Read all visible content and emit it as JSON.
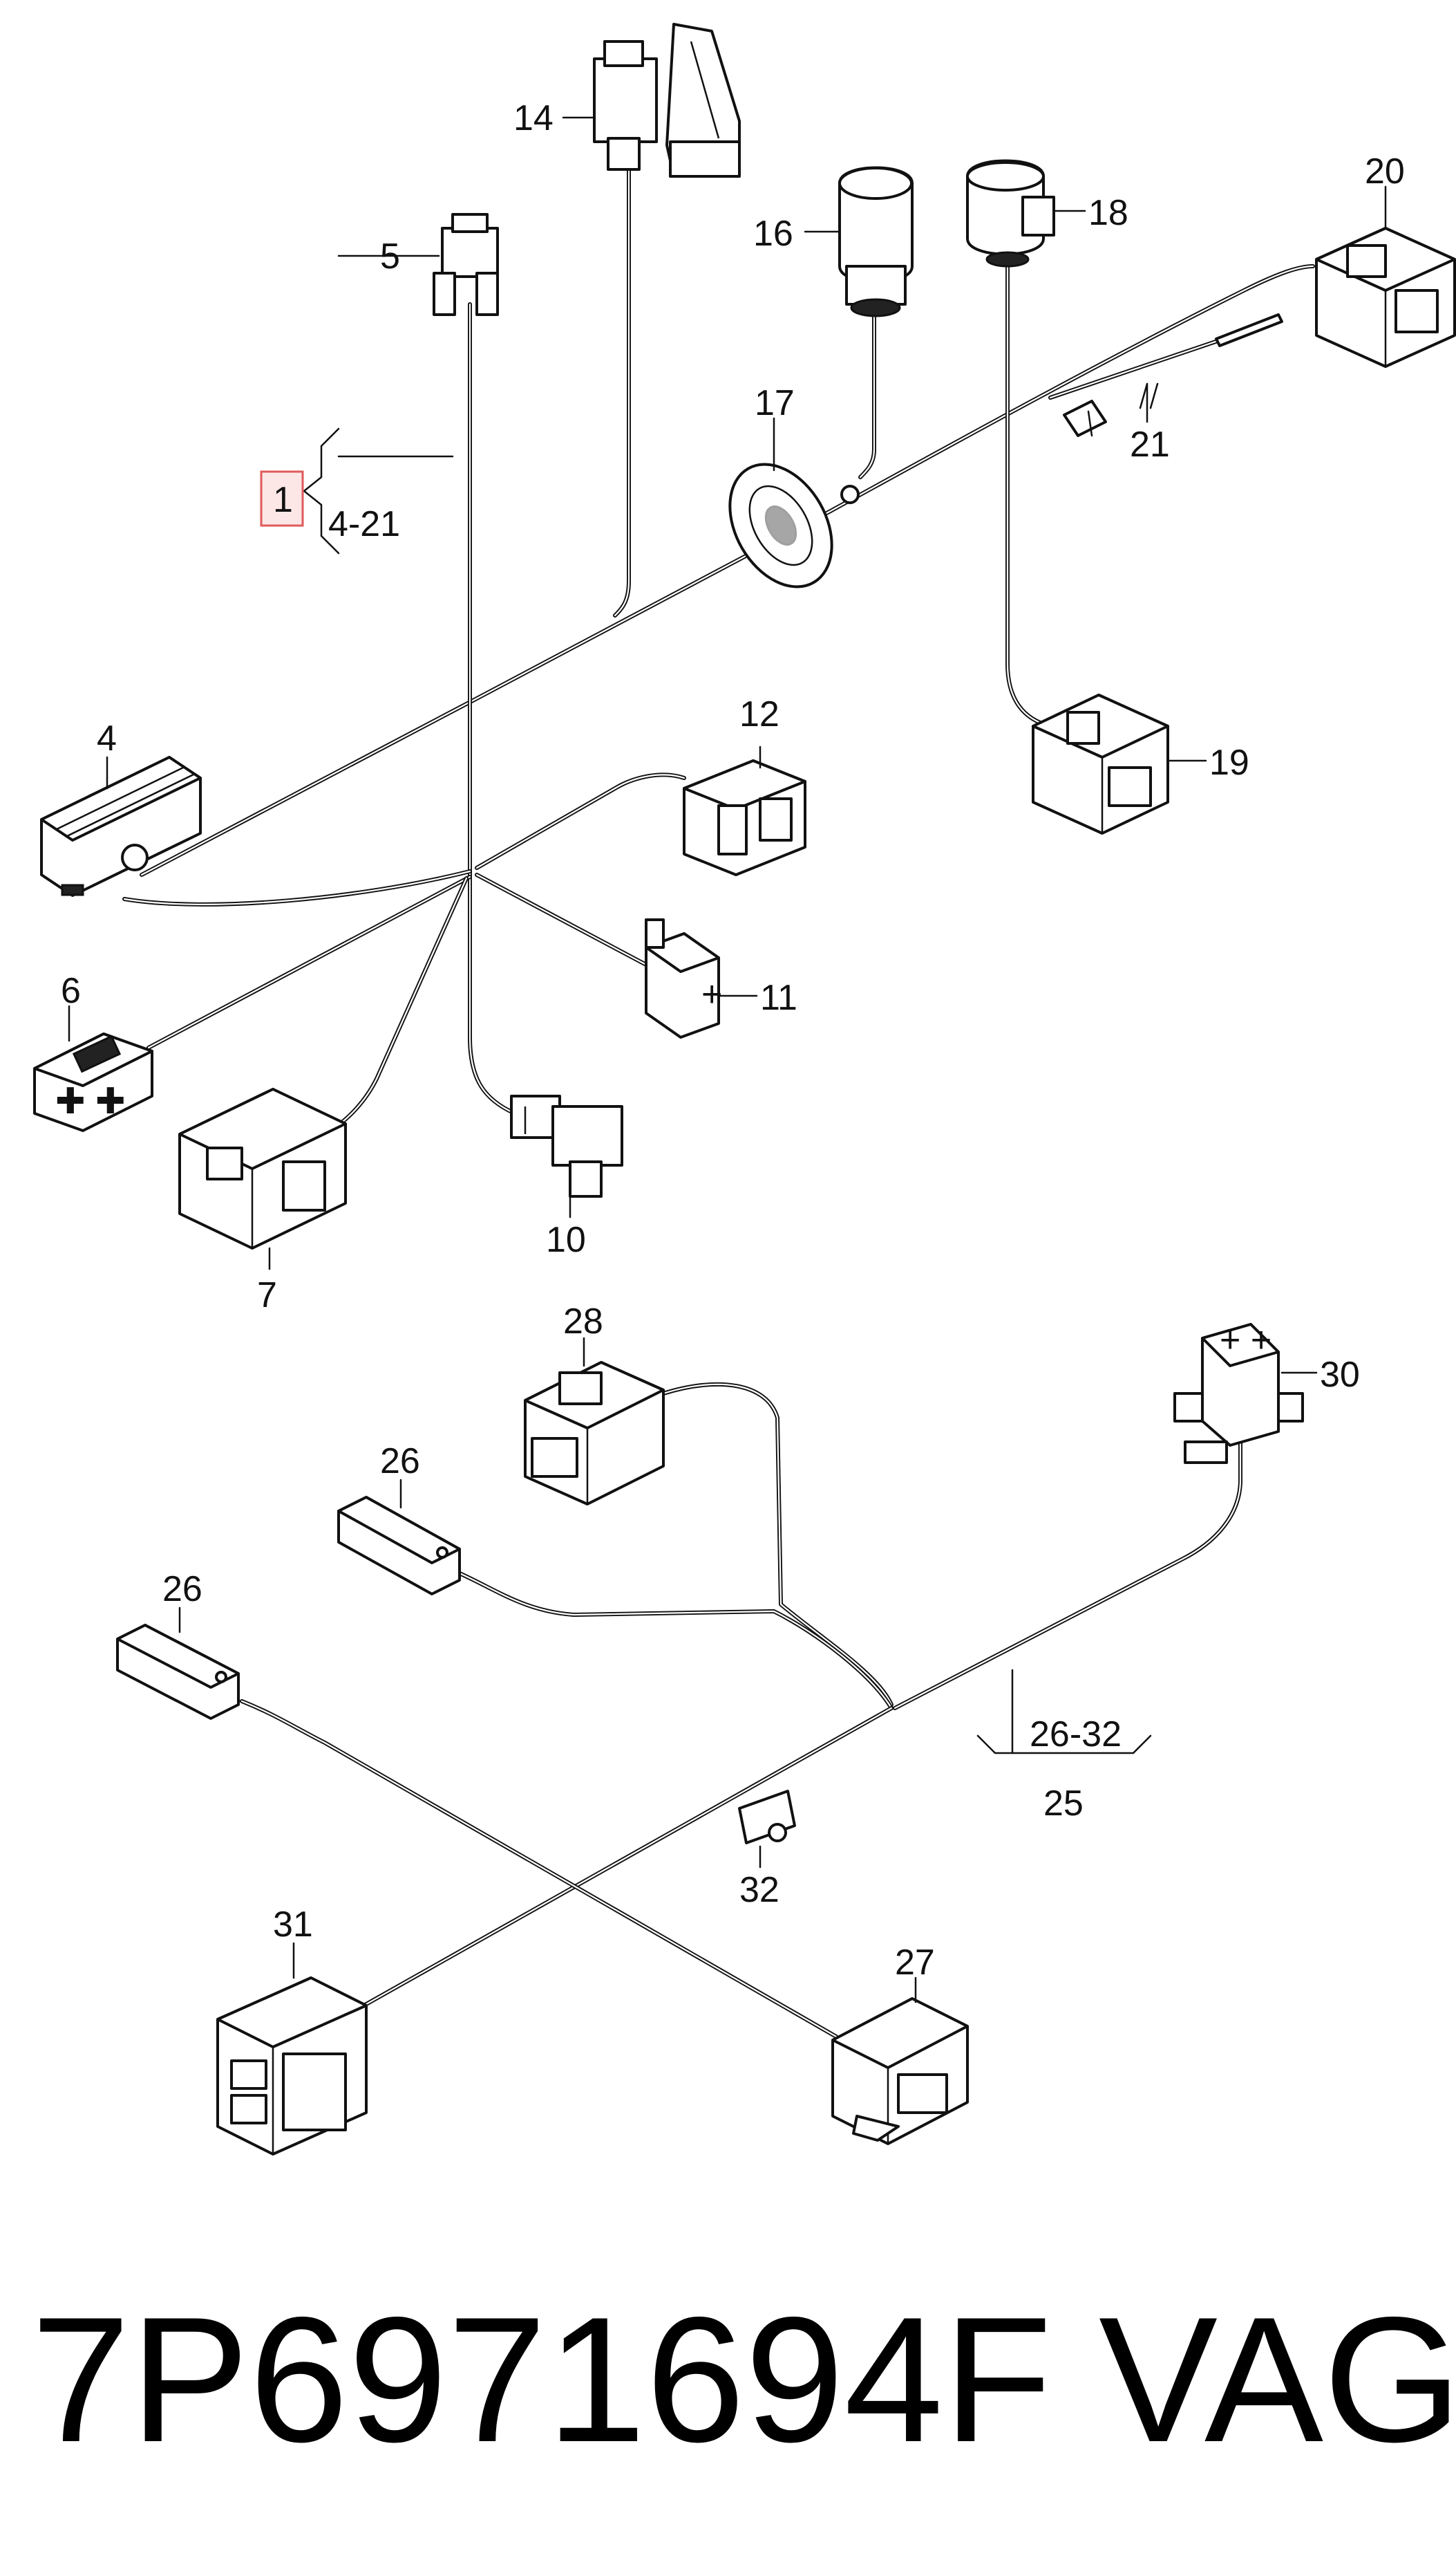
{
  "diagram": {
    "callouts": {
      "c1": "1",
      "c4_21": "4-21",
      "c4": "4",
      "c5": "5",
      "c6": "6",
      "c7": "7",
      "c10": "10",
      "c11": "11",
      "c12": "12",
      "c14": "14",
      "c16": "16",
      "c17": "17",
      "c18": "18",
      "c19": "19",
      "c20": "20",
      "c21": "21",
      "c25": "25",
      "c26_32": "26-32",
      "c26a": "26",
      "c26b": "26",
      "c27": "27",
      "c28": "28",
      "c30": "30",
      "c31": "31",
      "c32": "32"
    },
    "highlighted_callout": "1"
  },
  "footer": {
    "part_number": "7P6971694F",
    "brand": "VAG"
  }
}
